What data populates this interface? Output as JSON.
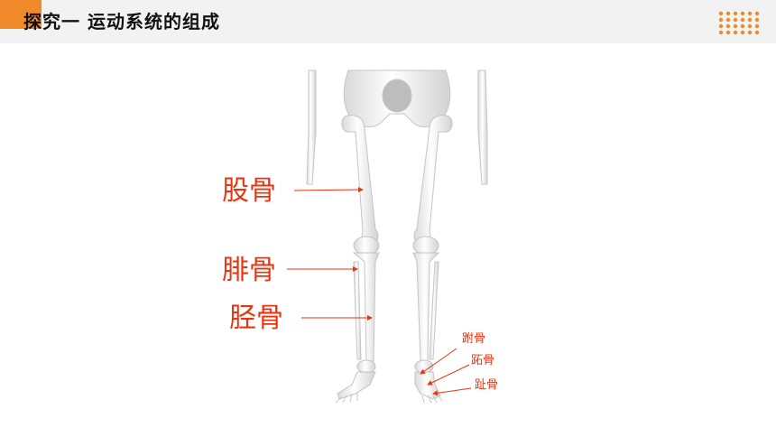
{
  "header": {
    "title": "探究一  运动系统的组成"
  },
  "labels": {
    "femur": "股骨",
    "fibula": "腓骨",
    "tibia": "胫骨",
    "tarsal": "跗骨",
    "metatarsal": "跖骨",
    "phalanges": "趾骨"
  },
  "colors": {
    "accent": "#f08a2a",
    "label": "#e8340f",
    "header_bg": "#f2f2f2"
  },
  "icons": {
    "decoration": "dot-grid-icon",
    "figure": "skeleton-legs-image"
  }
}
